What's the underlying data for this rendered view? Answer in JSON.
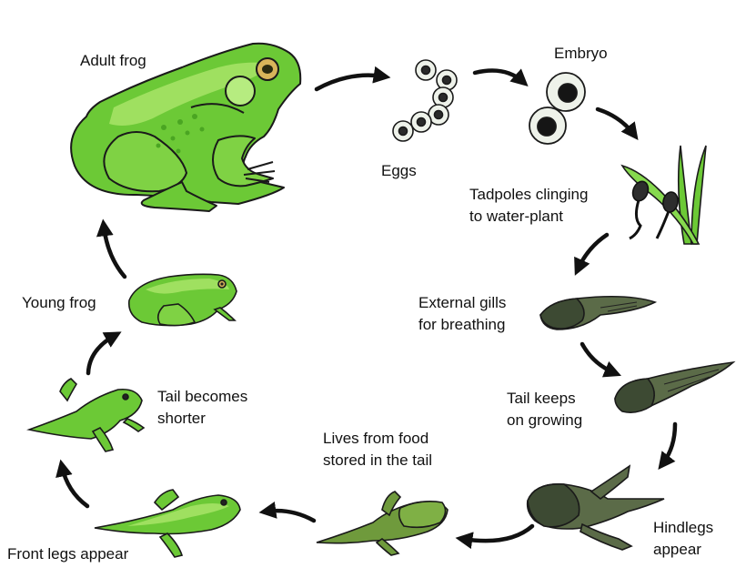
{
  "diagram": {
    "stages": {
      "adult_frog": "Adult frog",
      "eggs": "Eggs",
      "embryo": "Embryo",
      "tadpoles_clinging": "Tadpoles clinging\nto water-plant",
      "external_gills": "External gills\nfor breathing",
      "tail_keeps_growing": "Tail keeps\non growing",
      "hindlegs_appear": "Hindlegs\nappear",
      "lives_from_food": "Lives from food\nstored in the tail",
      "front_legs_appear": "Front legs appear",
      "tail_becomes_shorter": "Tail becomes\nshorter",
      "young_frog": "Young frog"
    },
    "colors": {
      "frog_green": "#6cc936",
      "frog_light": "#9fe060",
      "tadpole_dark": "#3d4a33",
      "tadpole_mid": "#5b6b48",
      "egg_fill": "#eef2ea",
      "arrow": "#111111",
      "text": "#111111"
    },
    "icons": [
      "cycle-arrow-icon",
      "frog-icon",
      "tadpole-icon",
      "egg-icon",
      "water-plant-icon"
    ]
  }
}
